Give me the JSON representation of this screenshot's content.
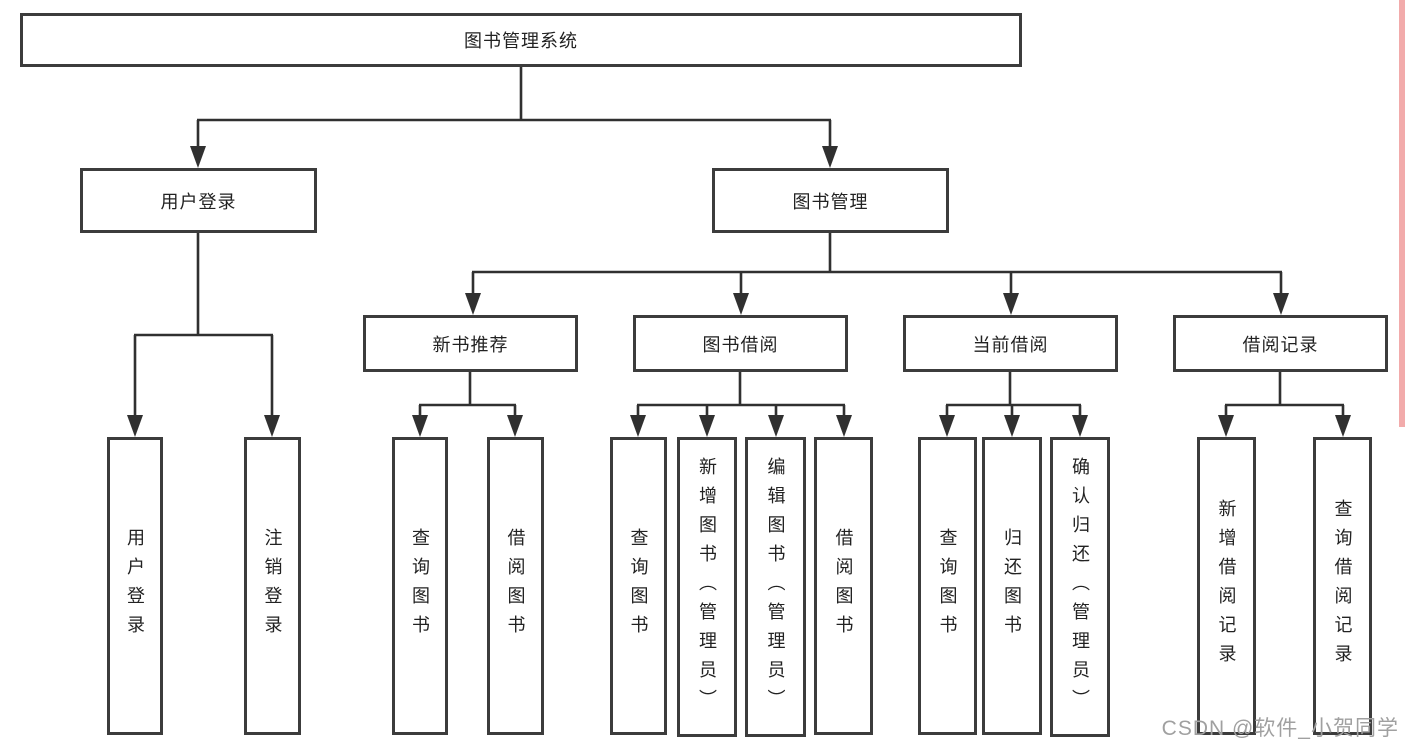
{
  "diagram": {
    "root": "图书管理系统",
    "user_login": {
      "label": "用户登录",
      "children": [
        "用户登录",
        "注销登录"
      ]
    },
    "book_mgmt": {
      "label": "图书管理",
      "sections": [
        {
          "label": "新书推荐",
          "children": [
            "查询图书",
            "借阅图书"
          ]
        },
        {
          "label": "图书借阅",
          "children": [
            "查询图书",
            "新增图书（管理员）",
            "编辑图书（管理员）",
            "借阅图书"
          ]
        },
        {
          "label": "当前借阅",
          "children": [
            "查询图书",
            "归还图书",
            "确认归还（管理员）"
          ]
        },
        {
          "label": "借阅记录",
          "children": [
            "新增借阅记录",
            "查询借阅记录"
          ]
        }
      ]
    }
  },
  "watermark": {
    "text": "CSDN @软件_小贺同学",
    "color": "#a0a0a0"
  },
  "colors": {
    "line": "#303030",
    "box_border": "#3c3c3c",
    "text": "#222222",
    "right_edge_strip": "#f2abab",
    "background": "#ffffff"
  }
}
